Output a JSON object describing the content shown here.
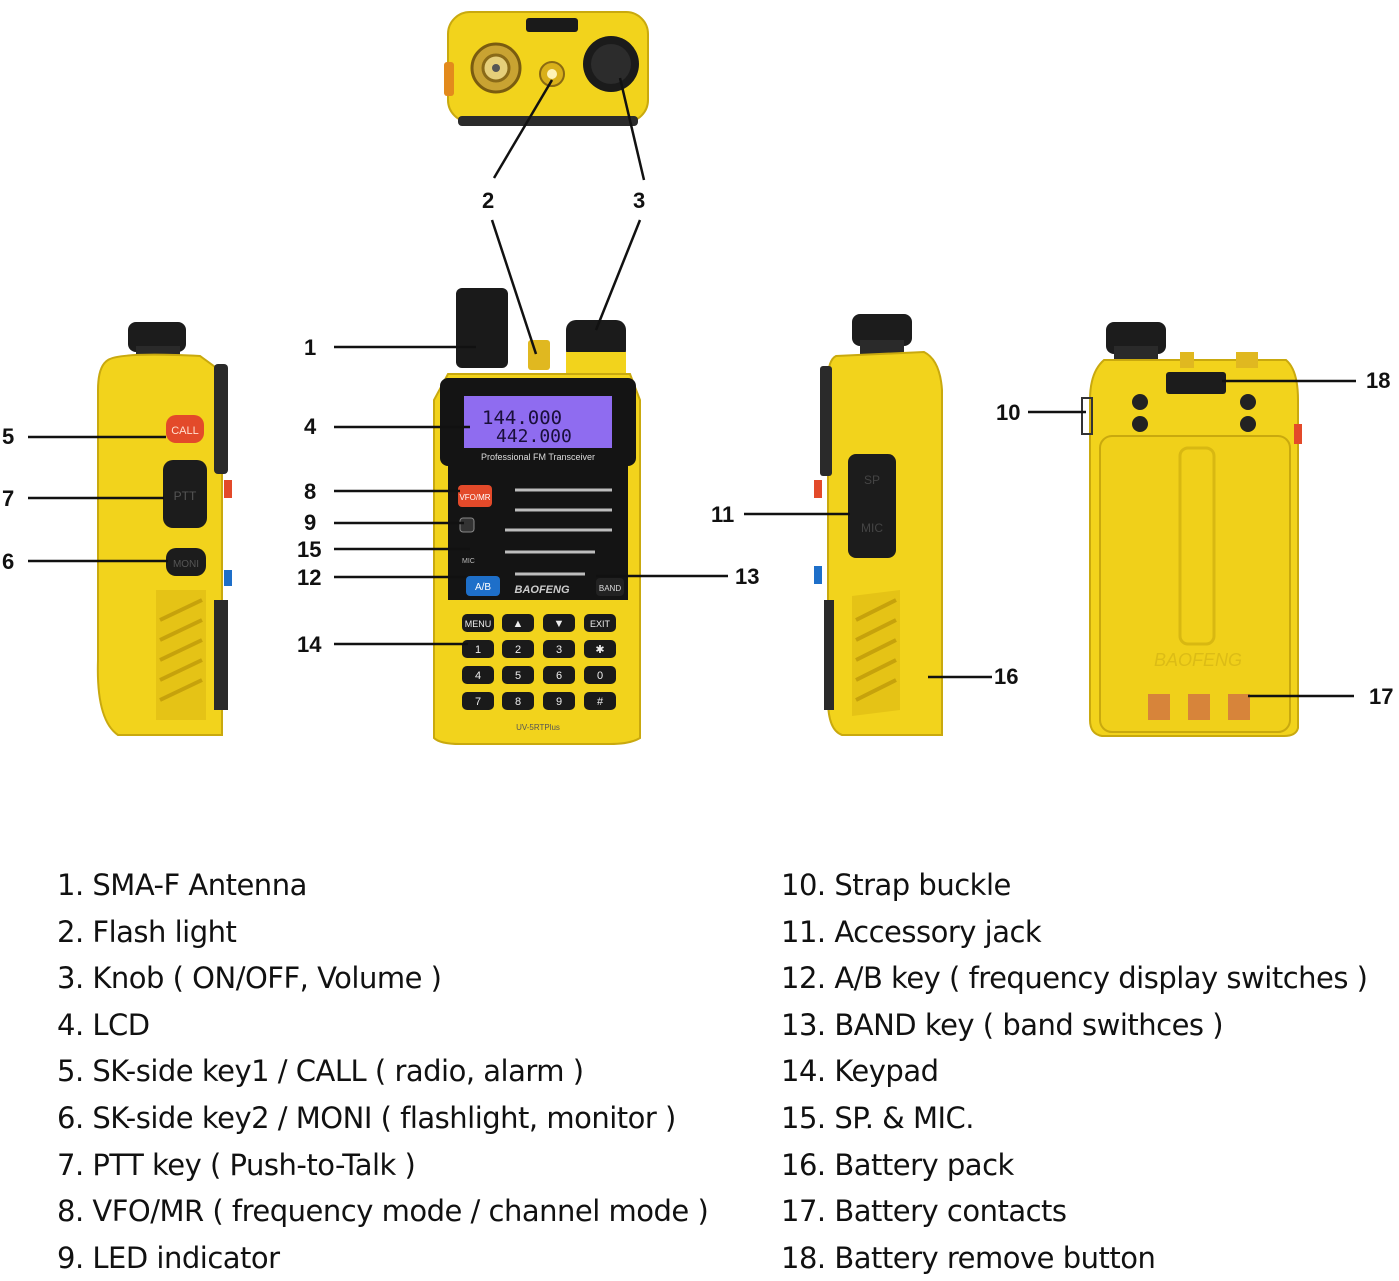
{
  "radio": {
    "lcd_line1": "144.000",
    "lcd_line2": "442.000",
    "lcd_caption": "Professional FM Transceiver",
    "brand": "BAOFENG",
    "model": "UV-5RTPlus",
    "key_vfo": "VFO/MR",
    "key_ab": "A/B",
    "key_band": "BAND",
    "key_mic": "MIC",
    "side_call": "CALL",
    "side_ptt": "PTT",
    "side_moni": "MONI",
    "jack_sp": "SP",
    "jack_mic": "MIC",
    "keypad": [
      "MENU",
      "▲",
      "▼",
      "EXIT",
      "1",
      "2",
      "3",
      "✱",
      "4",
      "5",
      "6",
      "0",
      "7",
      "8",
      "9",
      "#"
    ],
    "colors": {
      "body": "#f2d31c",
      "body_shade": "#d9b50f",
      "lcd": "#8f6cf0",
      "key_red": "#e34a2a",
      "key_blue": "#1e6fc9"
    }
  },
  "callouts": [
    "1",
    "2",
    "3",
    "4",
    "5",
    "6",
    "7",
    "8",
    "9",
    "10",
    "11",
    "12",
    "13",
    "14",
    "15",
    "16",
    "17",
    "18"
  ],
  "legend_left": [
    "1. SMA-F Antenna",
    "2. Flash light",
    "3. Knob ( ON/OFF, Volume )",
    "4. LCD",
    "5. SK-side key1 / CALL ( radio, alarm )",
    "6. SK-side key2 / MONI ( flashlight, monitor )",
    "7. PTT key ( Push-to-Talk )",
    "8. VFO/MR ( frequency mode / channel mode )",
    "9. LED indicator"
  ],
  "legend_right": [
    "10. Strap buckle",
    "11. Accessory jack",
    "12. A/B key ( frequency display switches )",
    "13. BAND key ( band swithces )",
    "14. Keypad",
    "15. SP. & MIC.",
    "16. Battery pack",
    "17. Battery contacts",
    "18. Battery remove button"
  ]
}
